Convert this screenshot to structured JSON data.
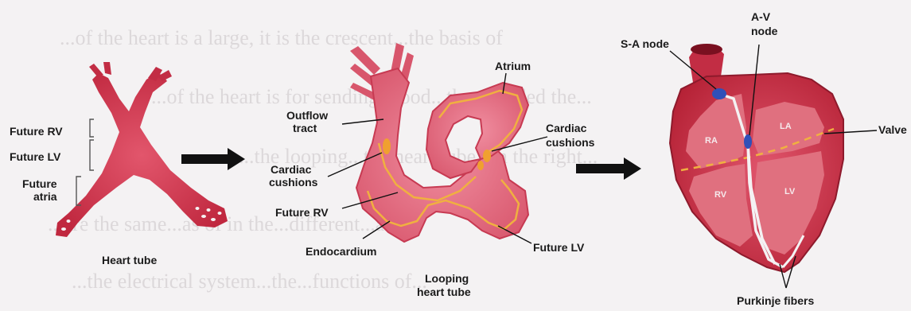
{
  "background_text": [
    "...of the heart is a large, it is the crescent...the basis of",
    "...of the heart is for sending blood...they needed the...",
    "...the looping...the heart tube...in the right...",
    "...are the same...as of in the...different...all...",
    "...the electrical system...the...functions of..."
  ],
  "panel1": {
    "future_rv": "Future RV",
    "future_lv": "Future LV",
    "future_atria_1": "Future",
    "future_atria_2": "atria",
    "caption": "Heart tube"
  },
  "panel2": {
    "atrium": "Atrium",
    "outflow_1": "Outflow",
    "outflow_2": "tract",
    "cardiac_cushions_right_1": "Cardiac",
    "cardiac_cushions_right_2": "cushions",
    "cardiac_cushions_left_1": "Cardiac",
    "cardiac_cushions_left_2": "cushions",
    "future_rv": "Future RV",
    "endocardium": "Endocardium",
    "future_lv": "Future LV",
    "caption_1": "Looping",
    "caption_2": "heart tube"
  },
  "panel3": {
    "sa_node": "S-A node",
    "av_node_1": "A-V",
    "av_node_2": "node",
    "valve": "Valve",
    "ra": "RA",
    "la": "LA",
    "rv": "RV",
    "lv": "LV",
    "purkinje": "Purkinje fibers"
  },
  "colors": {
    "tissue": "#c8344c",
    "tissue_light": "#e27a8c",
    "cushion": "#f0b040",
    "background": "#f4f2f3"
  }
}
